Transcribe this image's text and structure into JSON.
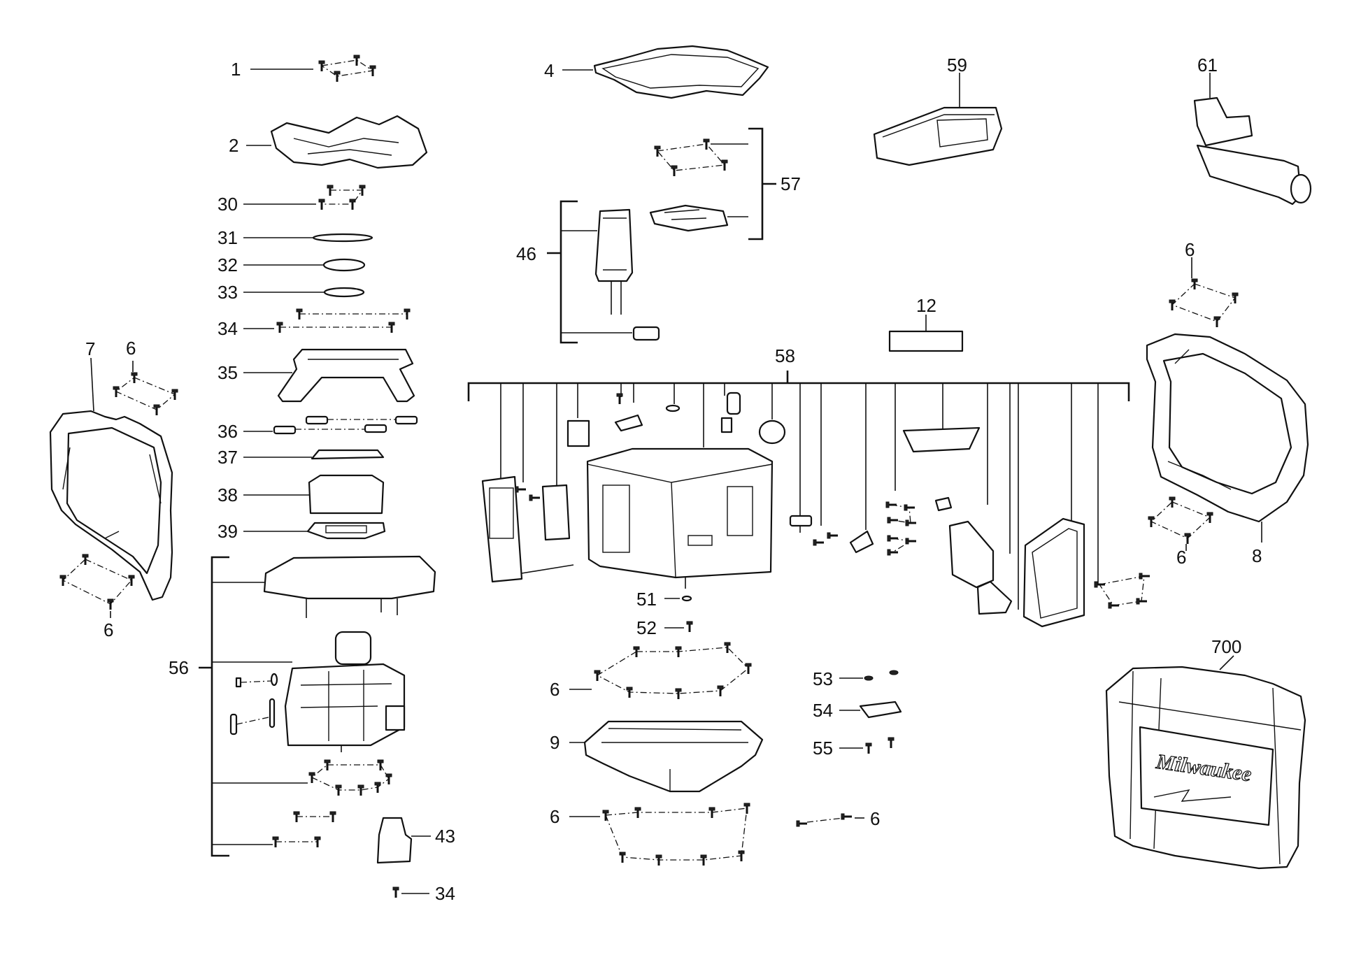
{
  "callouts": {
    "c1": "1",
    "c2": "2",
    "c4": "4",
    "c59": "59",
    "c61": "61",
    "c30": "30",
    "c31": "31",
    "c32": "32",
    "c33": "33",
    "c34a": "34",
    "c35": "35",
    "c36": "36",
    "c37": "37",
    "c38": "38",
    "c39": "39",
    "c57": "57",
    "c46": "46",
    "c12": "12",
    "c58": "58",
    "c7": "7",
    "c6a": "6",
    "c6b": "6",
    "c6c": "6",
    "c6d": "6",
    "c8": "8",
    "c56": "56",
    "c43": "43",
    "c34b": "34",
    "c51": "51",
    "c52": "52",
    "c6e": "6",
    "c9": "9",
    "c6f": "6",
    "c53": "53",
    "c54": "54",
    "c55": "55",
    "c6g": "6",
    "c700": "700"
  },
  "brand_logo": "Milwaukee",
  "colors": {
    "ink": "#111111",
    "paper": "#ffffff"
  }
}
